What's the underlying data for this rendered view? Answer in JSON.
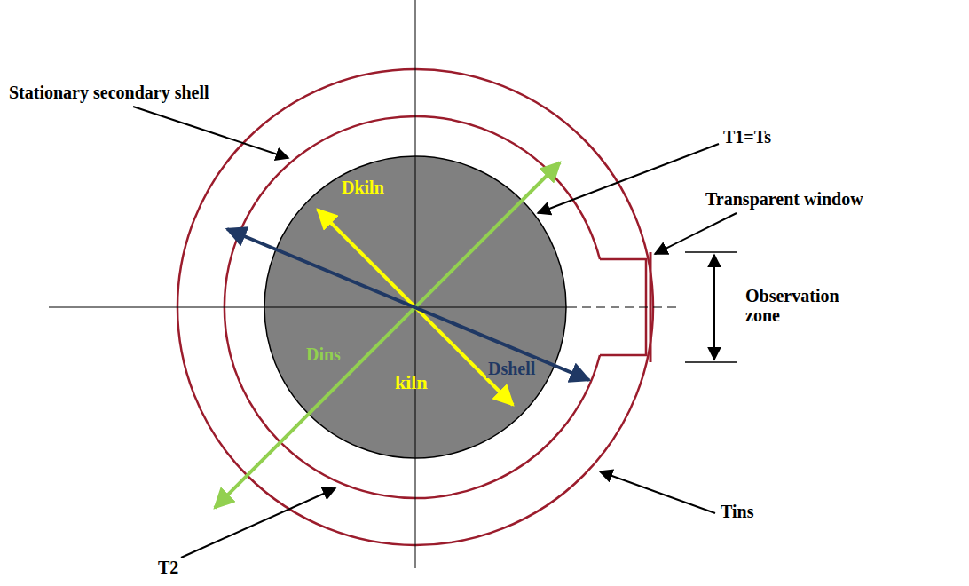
{
  "diagram": {
    "nodes": [
      {
        "text": [
          "kiln"
        ]
      }
    ],
    "labels": [
      "Stationary secondary shell",
      "T1=Ts",
      "Dkiln",
      "Transparent window",
      "Dshell",
      "Dins",
      "Observation zone",
      "Tins",
      "T2"
    ]
  }
}
